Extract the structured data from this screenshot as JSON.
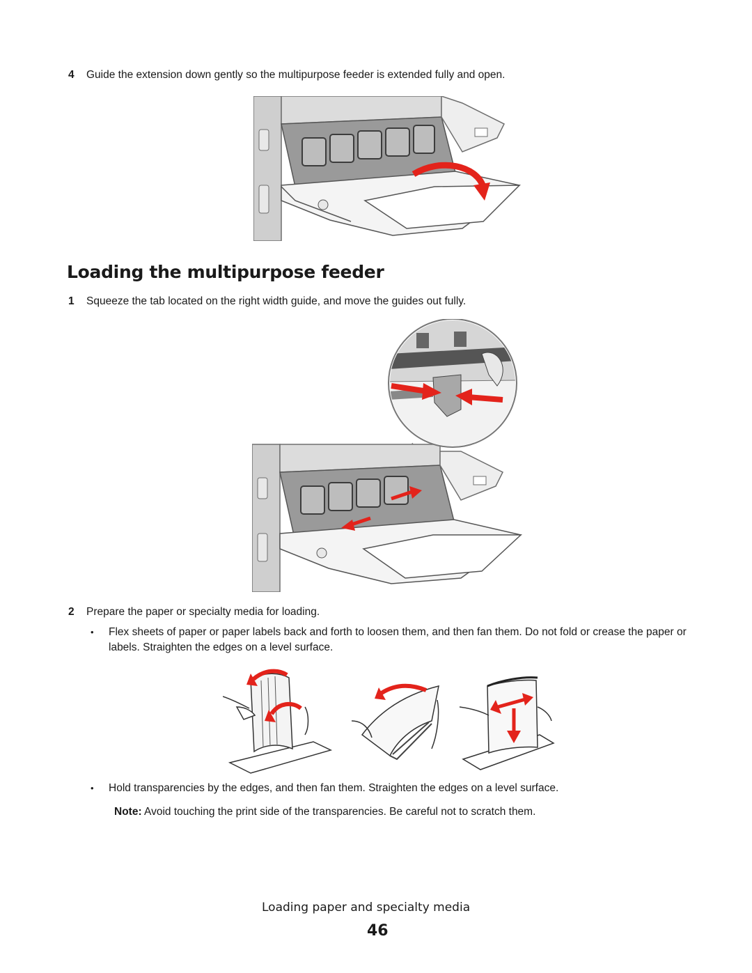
{
  "step4": {
    "number": "4",
    "text": "Guide the extension down gently so the multipurpose feeder is extended fully and open."
  },
  "section": {
    "heading": "Loading the multipurpose feeder"
  },
  "step1": {
    "number": "1",
    "text": "Squeeze the tab located on the right width guide, and move the guides out fully."
  },
  "step2": {
    "number": "2",
    "text": "Prepare the paper or specialty media for loading."
  },
  "bullets": [
    {
      "symbol": "•",
      "text": "Flex sheets of paper or paper labels back and forth to loosen them, and then fan them. Do not fold or crease the paper or labels. Straighten the edges on a level surface."
    },
    {
      "symbol": "•",
      "text": "Hold transparencies by the edges, and then fan them. Straighten the edges on a level surface."
    }
  ],
  "note": {
    "label": "Note:",
    "text": " Avoid touching the print side of the transparencies. Be careful not to scratch them."
  },
  "footer": {
    "chapter": "Loading paper and specialty media",
    "page": "46"
  },
  "colors": {
    "arrow": "#e3231b",
    "printer_body": "#c9c9c9",
    "printer_dark": "#6e6e6e",
    "paper": "#ffffff"
  },
  "figures": [
    {
      "name": "feeder-extension-figure"
    },
    {
      "name": "width-guide-figure"
    },
    {
      "name": "paper-flex-figure"
    }
  ]
}
